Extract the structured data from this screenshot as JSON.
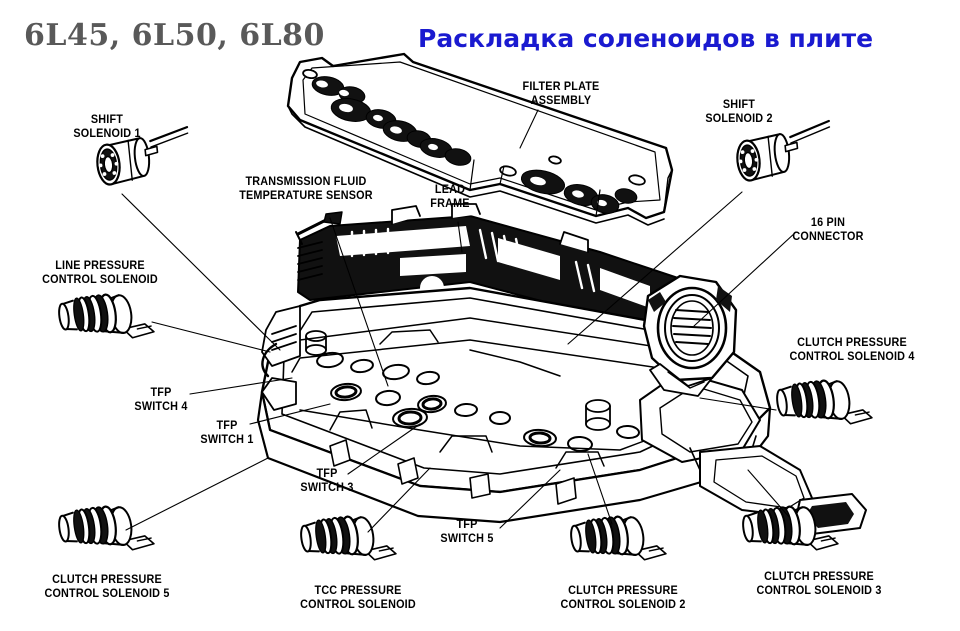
{
  "titles": {
    "model": "6L45, 6L50, 6L80",
    "russian": "Раскладка соленоидов в плите",
    "model_color": "#595959",
    "russian_color": "#1a1ad0"
  },
  "callouts": {
    "shift_solenoid_1": {
      "line1": "SHIFT",
      "line2": "SOLENOID 1"
    },
    "shift_solenoid_2": {
      "line1": "SHIFT",
      "line2": "SOLENOID 2"
    },
    "filter_plate": {
      "line1": "FILTER PLATE",
      "line2": "ASSEMBLY"
    },
    "tft_sensor": {
      "line1": "TRANSMISSION FLUID",
      "line2": "TEMPERATURE SENSOR"
    },
    "lead_frame": {
      "line1": "LEAD",
      "line2": "FRAME"
    },
    "pin_connector": {
      "line1": "16 PIN",
      "line2": "CONNECTOR"
    },
    "line_pressure": {
      "line1": "LINE PRESSURE",
      "line2": "CONTROL SOLENOID"
    },
    "clutch_4": {
      "line1": "CLUTCH PRESSURE",
      "line2": "CONTROL SOLENOID 4"
    },
    "clutch_5": {
      "line1": "CLUTCH PRESSURE",
      "line2": "CONTROL SOLENOID 5"
    },
    "clutch_2": {
      "line1": "CLUTCH PRESSURE",
      "line2": "CONTROL SOLENOID 2"
    },
    "clutch_3": {
      "line1": "CLUTCH PRESSURE",
      "line2": "CONTROL SOLENOID 3"
    },
    "tcc_pressure": {
      "line1": "TCC PRESSURE",
      "line2": "CONTROL SOLENOID"
    },
    "tfp_switch_1": {
      "line1": "TFP",
      "line2": "SWITCH 1"
    },
    "tfp_switch_3": {
      "line1": "TFP",
      "line2": "SWITCH 3"
    },
    "tfp_switch_4": {
      "line1": "TFP",
      "line2": "SWITCH 4"
    },
    "tfp_switch_5": {
      "line1": "TFP",
      "line2": "SWITCH 5"
    }
  }
}
